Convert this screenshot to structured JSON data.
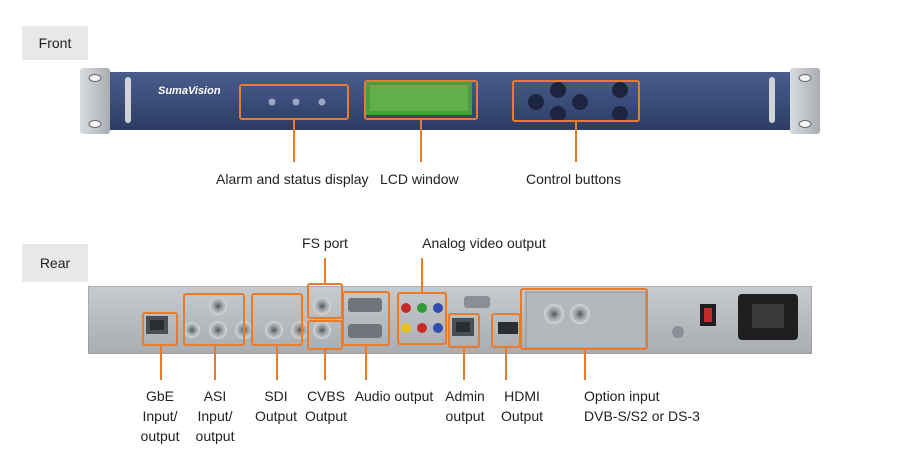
{
  "tags": {
    "front": "Front",
    "rear": "Rear"
  },
  "front": {
    "brand": "SumaVision",
    "labels": {
      "alarm": "Alarm and status display",
      "lcd": "LCD window",
      "control": "Control buttons"
    }
  },
  "rear": {
    "labels": {
      "fs_port": "FS port",
      "analog_video": "Analog video output",
      "gbe": [
        "GbE",
        "Input/",
        "output"
      ],
      "asi": [
        "ASI",
        "Input/",
        "output"
      ],
      "sdi": [
        "SDI",
        "Output"
      ],
      "cvbs": [
        "CVBS",
        "Output"
      ],
      "audio": "Audio output",
      "admin": [
        "Admin",
        "output"
      ],
      "hdmi": [
        "HDMI",
        "Output"
      ],
      "option": [
        "Option input",
        "DVB-S/S2 or DS-3"
      ]
    }
  },
  "colors": {
    "accent": "#e87b2c",
    "front_panel": "#3a4d7c",
    "rear_panel": "#b9bdc2"
  }
}
